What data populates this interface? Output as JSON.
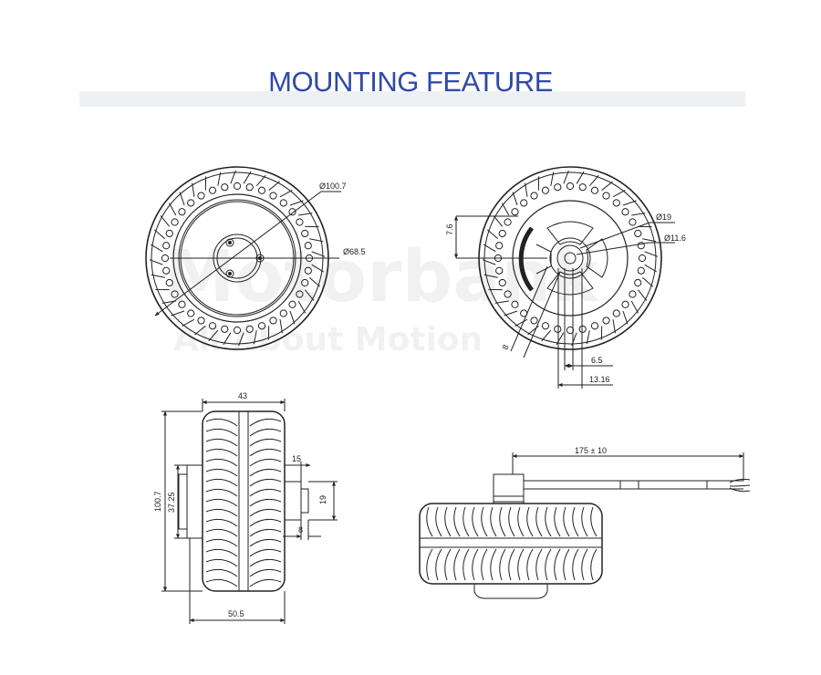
{
  "header": {
    "title": "MOUNTING FEATURE"
  },
  "watermark": {
    "line1": "Motorbank",
    "line2": "All About Motion"
  },
  "front_view": {
    "dia_outer": "Ø100.7",
    "dia_hub": "Ø68.5"
  },
  "rear_view": {
    "dim_top": "7.6",
    "dia_19": "Ø19",
    "dia_11_6": "Ø11.6",
    "dim_8": "8",
    "dim_6_5": "6.5",
    "dim_13_16": "13.16"
  },
  "side_view": {
    "width_43": "43",
    "height_100_7": "100.7",
    "height_37_25": "37.25",
    "shaft_15": "15",
    "shaft_19": "19",
    "shaft_8": "8",
    "width_50_5": "50.5"
  },
  "top_view": {
    "cable_length": "175 ± 10"
  }
}
